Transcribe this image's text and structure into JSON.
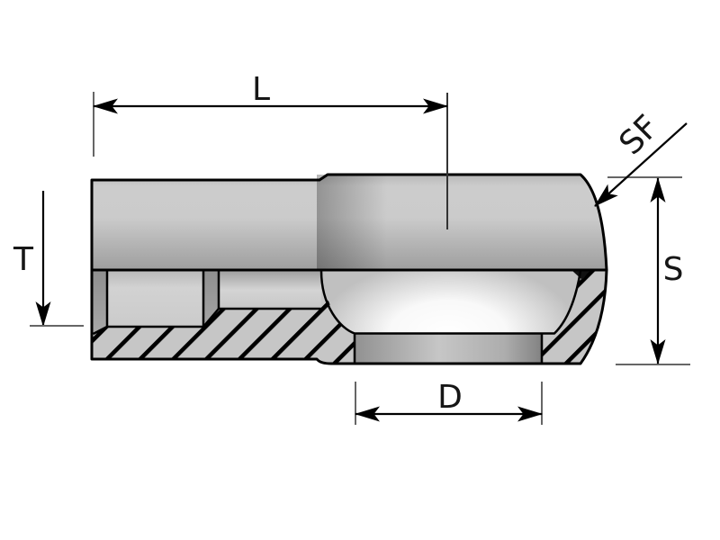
{
  "diagram": {
    "type": "technical-drawing-cross-section",
    "subject": "ball-socket-end-fitting",
    "labels": {
      "length": "L",
      "spherical_face": "SF",
      "thread_depth": "T",
      "socket_height": "S",
      "bore_diameter": "D"
    },
    "colors": {
      "background": "#ffffff",
      "outline": "#000000",
      "extension_line": "#666666",
      "label_text": "#161616",
      "body_light": "#cccccc",
      "body_dark": "#9e9e9e",
      "hatch_fill": "#c6c6c6",
      "hatch_line": "#000000",
      "cavity_glow": "#ffffff"
    }
  }
}
